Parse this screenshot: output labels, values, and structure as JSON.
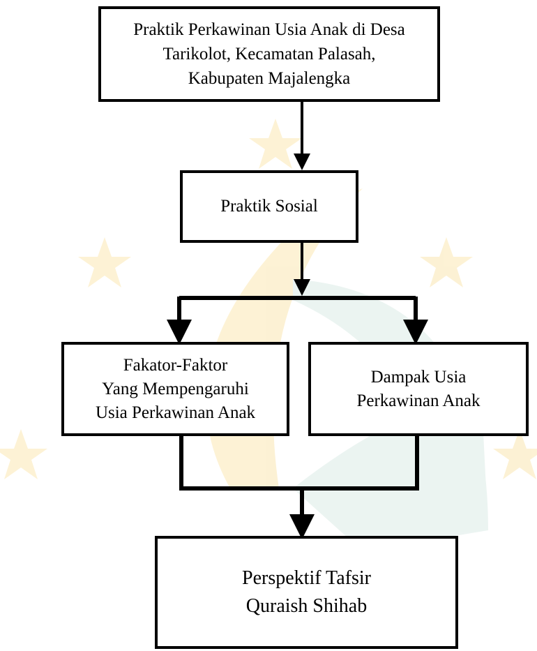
{
  "diagram": {
    "nodes": [
      {
        "id": "title",
        "text": "Praktik Perkawinan Usia Anak di Desa\nTarikolot, Kecamatan Palasah,\nKabupaten Majalengka"
      },
      {
        "id": "praktik",
        "text": "Praktik Sosial"
      },
      {
        "id": "faktor",
        "text": "Fakator-Faktor\nYang Mempengaruhi\nUsia Perkawinan Anak"
      },
      {
        "id": "dampak",
        "text": "Dampak Usia\nPerkawinan Anak"
      },
      {
        "id": "perspektif",
        "text": "Perspektif Tafsir\nQuraish Shihab"
      }
    ],
    "edges": [
      {
        "from": "title",
        "to": "praktik"
      },
      {
        "from": "praktik",
        "to": "faktor"
      },
      {
        "from": "praktik",
        "to": "dampak"
      },
      {
        "from": "faktor",
        "to": "perspektif"
      },
      {
        "from": "dampak",
        "to": "perspektif"
      }
    ]
  },
  "colors": {
    "line": "#000000",
    "watermark_gold": "#f5c242",
    "watermark_green": "#a9cfc2"
  }
}
